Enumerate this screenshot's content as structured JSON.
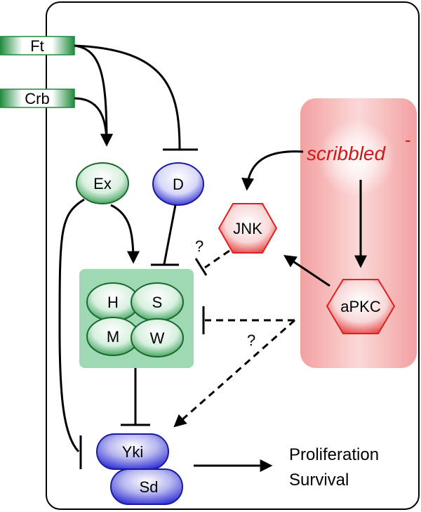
{
  "receptors": {
    "ft": "Ft",
    "crb": "Crb"
  },
  "nodes": {
    "ex": "Ex",
    "d": "D",
    "jnk": "JNK",
    "apkc": "aPKC",
    "h": "H",
    "s": "S",
    "m": "M",
    "w": "W",
    "yki": "Yki",
    "sd": "Sd"
  },
  "scribbled": {
    "label": "scribbled",
    "superscript": "-"
  },
  "question_marks": {
    "jnk_inhibition": "?",
    "apkc_inhibition": "?"
  },
  "output": {
    "line1": "Proliferation",
    "line2": "Survival"
  },
  "colors": {
    "green": "#2e9a4e",
    "blue": "#2020d0",
    "red": "#e02020",
    "scribbled_text": "#d01818",
    "core_box": "#9fd9b4"
  }
}
